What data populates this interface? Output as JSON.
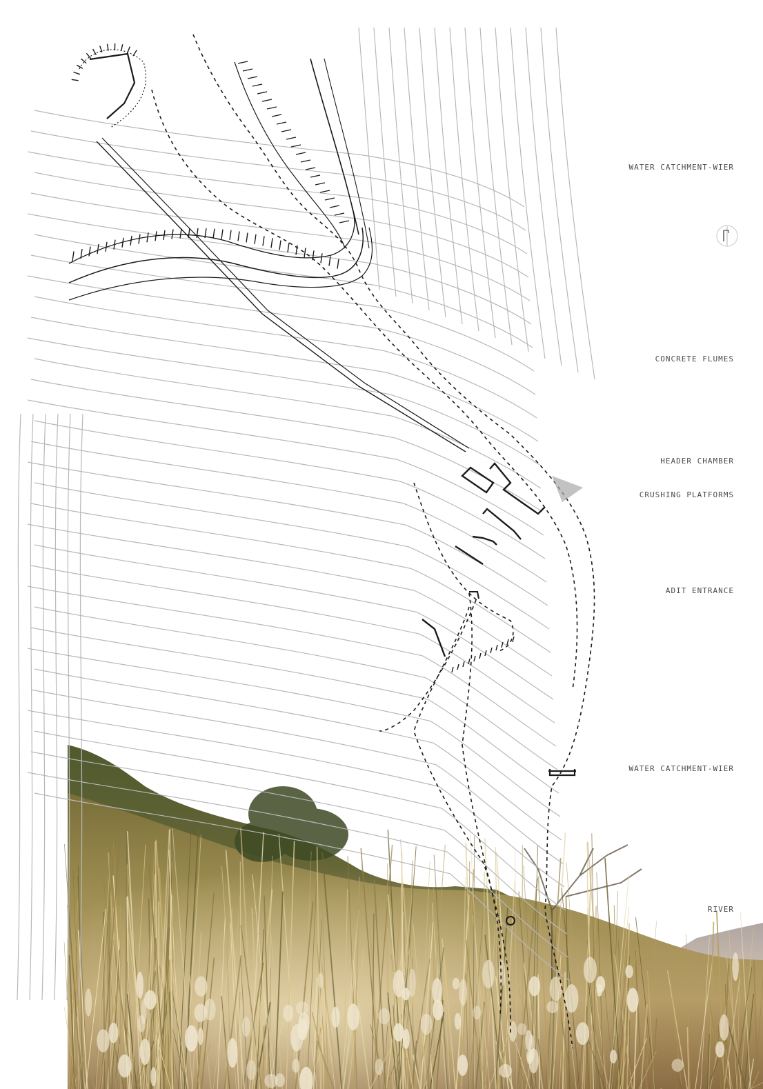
{
  "labels": {
    "water_catchment_top": "WATER CATCHMENT-WIER",
    "concrete_flumes": "CONCRETE FLUMES",
    "header_chamber": "HEADER CHAMBER",
    "crushing_platforms": "CRUSHING PLATFORMS",
    "adit_entrance": "ADIT ENTRANCE",
    "water_catchment_bottom": "WATER CATCHMENT-WIER",
    "river": "RIVER"
  },
  "icons": {
    "north_arrow": "north-arrow-icon"
  },
  "colors": {
    "contour": "#b8b8b8",
    "linework": "#1a1a1a",
    "grass_light": "#c9b37a",
    "grass_dark": "#5e5a2e",
    "label_text": "#4a4a4a"
  }
}
